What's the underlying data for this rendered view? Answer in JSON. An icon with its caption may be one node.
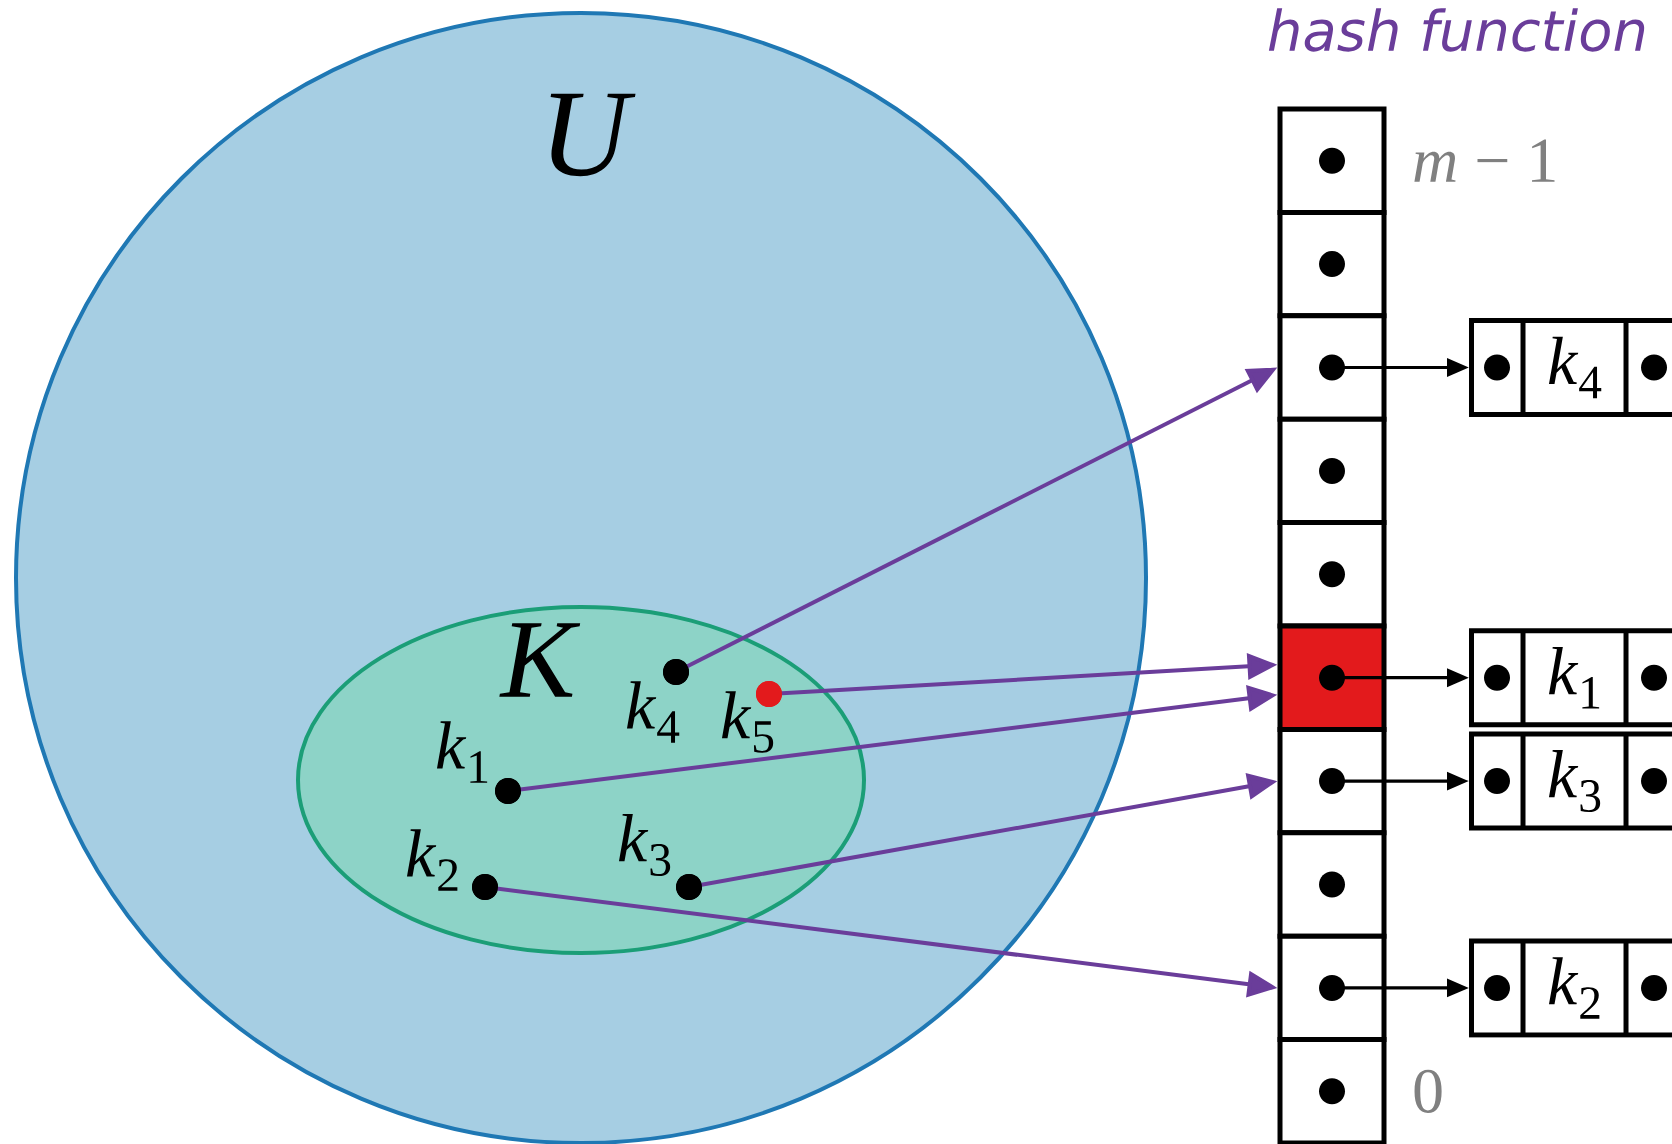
{
  "diagram": {
    "title": "hash function",
    "nodes": [
      {
        "text": [
          "U"
        ]
      },
      {
        "text": [
          "K"
        ],
        "in": 0
      },
      {
        "text": [],
        "shape": "circle",
        "beside": [
          "*k*$_{4}$"
        ],
        "in": 1
      },
      {
        "text": [],
        "shape": "circle",
        "beside": [
          "*k*$_{5}$"
        ],
        "in": 1
      },
      {
        "text": [],
        "shape": "circle",
        "beside": [
          "*k*$_{1}$"
        ],
        "in": 1
      },
      {
        "text": [],
        "shape": "circle",
        "beside": [
          "*k*$_{2}$"
        ],
        "in": 1
      },
      {
        "text": [],
        "shape": "circle",
        "beside": [
          "*k*$_{3}$"
        ],
        "in": 1
      },
      {
        "text": [],
        "shape": "box",
        "beside": [
          "*m* − 1"
        ]
      },
      {
        "text": [],
        "shape": "box"
      },
      {
        "text": [],
        "shape": "box"
      },
      {
        "text": [],
        "shape": "box"
      },
      {
        "text": [],
        "shape": "box"
      },
      {
        "text": [],
        "shape": "box"
      },
      {
        "text": [],
        "shape": "box"
      },
      {
        "text": [],
        "shape": "box"
      },
      {
        "text": [],
        "shape": "box"
      },
      {
        "text": [],
        "shape": "box",
        "beside": [
          "0"
        ]
      },
      {
        "text": [
          "*k*$_{4}$"
        ]
      },
      {
        "text": [
          "*k*$_{1}$"
        ]
      },
      {
        "text": [
          "*k*$_{3}$"
        ]
      },
      {
        "text": [
          "*k*$_{2}$"
        ]
      }
    ],
    "edges": [
      {
        "from": 2,
        "to": 9,
        "arrow": "to"
      },
      {
        "from": 3,
        "to": 12,
        "arrow": "to"
      },
      {
        "from": 4,
        "to": 12,
        "arrow": "to"
      },
      {
        "from": 6,
        "to": 13,
        "arrow": "to"
      },
      {
        "from": 5,
        "to": 15,
        "arrow": "to"
      },
      {
        "from": 9,
        "to": 17,
        "arrow": "to",
        "color": "#000000"
      },
      {
        "from": 12,
        "to": 18,
        "arrow": "to",
        "color": "#000000"
      },
      {
        "from": 13,
        "to": 19,
        "arrow": "to",
        "color": "#000000"
      },
      {
        "from": 15,
        "to": 20,
        "arrow": "to",
        "color": "#000000"
      }
    ]
  }
}
